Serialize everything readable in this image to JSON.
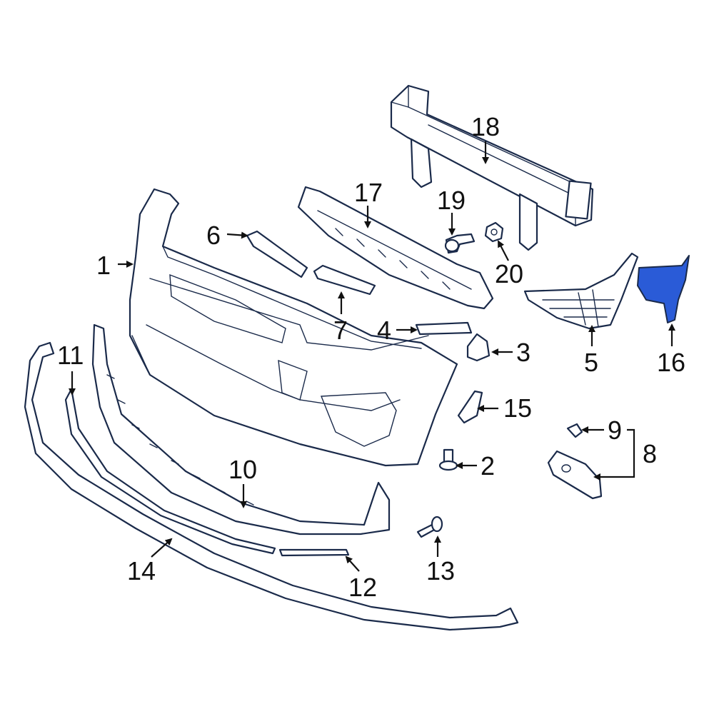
{
  "diagram": {
    "callouts": {
      "c1": "1",
      "c2": "2",
      "c3": "3",
      "c4": "4",
      "c5": "5",
      "c6": "6",
      "c7": "7",
      "c8": "8",
      "c9": "9",
      "c10": "10",
      "c11": "11",
      "c12": "12",
      "c13": "13",
      "c14": "14",
      "c15": "15",
      "c16": "16",
      "c17": "17",
      "c18": "18",
      "c19": "19",
      "c20": "20"
    },
    "highlight_part": "16",
    "colors": {
      "line": "#1a2a4a",
      "highlight": "#2a5bd7",
      "background": "#ffffff"
    }
  }
}
